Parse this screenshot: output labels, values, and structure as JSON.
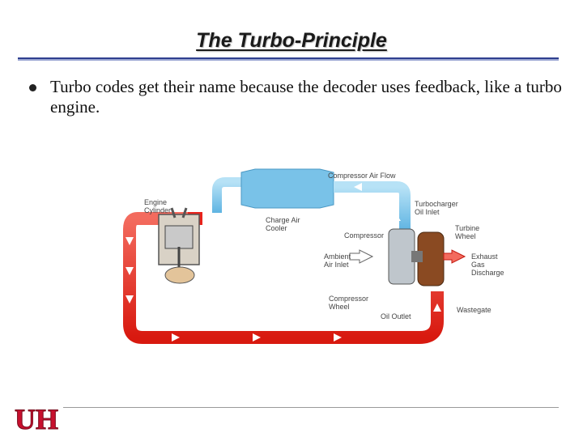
{
  "slide": {
    "title": "The Turbo-Principle",
    "bullet": "Turbo codes get their name because the decoder uses feedback, like a turbo engine."
  },
  "diagram": {
    "labels": {
      "engine": [
        "Engine",
        "Cylinder"
      ],
      "compressor_air_flow": "Compressor Air Flow",
      "charge_air_cooler": [
        "Charge Air",
        "Cooler"
      ],
      "turbocharger_oil_inlet": [
        "Turbocharger",
        "Oil Inlet"
      ],
      "compressor": "Compressor",
      "turbine_wheel": [
        "Turbine",
        "Wheel"
      ],
      "ambient_air_inlet": [
        "Ambient",
        "Air Inlet"
      ],
      "exhaust_gas_discharge": [
        "Exhaust",
        "Gas",
        "Discharge"
      ],
      "compressor_wheel": [
        "Compressor",
        "Wheel"
      ],
      "oil_outlet": "Oil Outlet",
      "wastegate": "Wastegate"
    },
    "colors": {
      "intake": "#7ec8ec",
      "exhaust": "#e8231c",
      "turbine": "#8a4a22"
    }
  },
  "footer": {
    "logo": "UH",
    "logo_color": "#c8102e"
  }
}
